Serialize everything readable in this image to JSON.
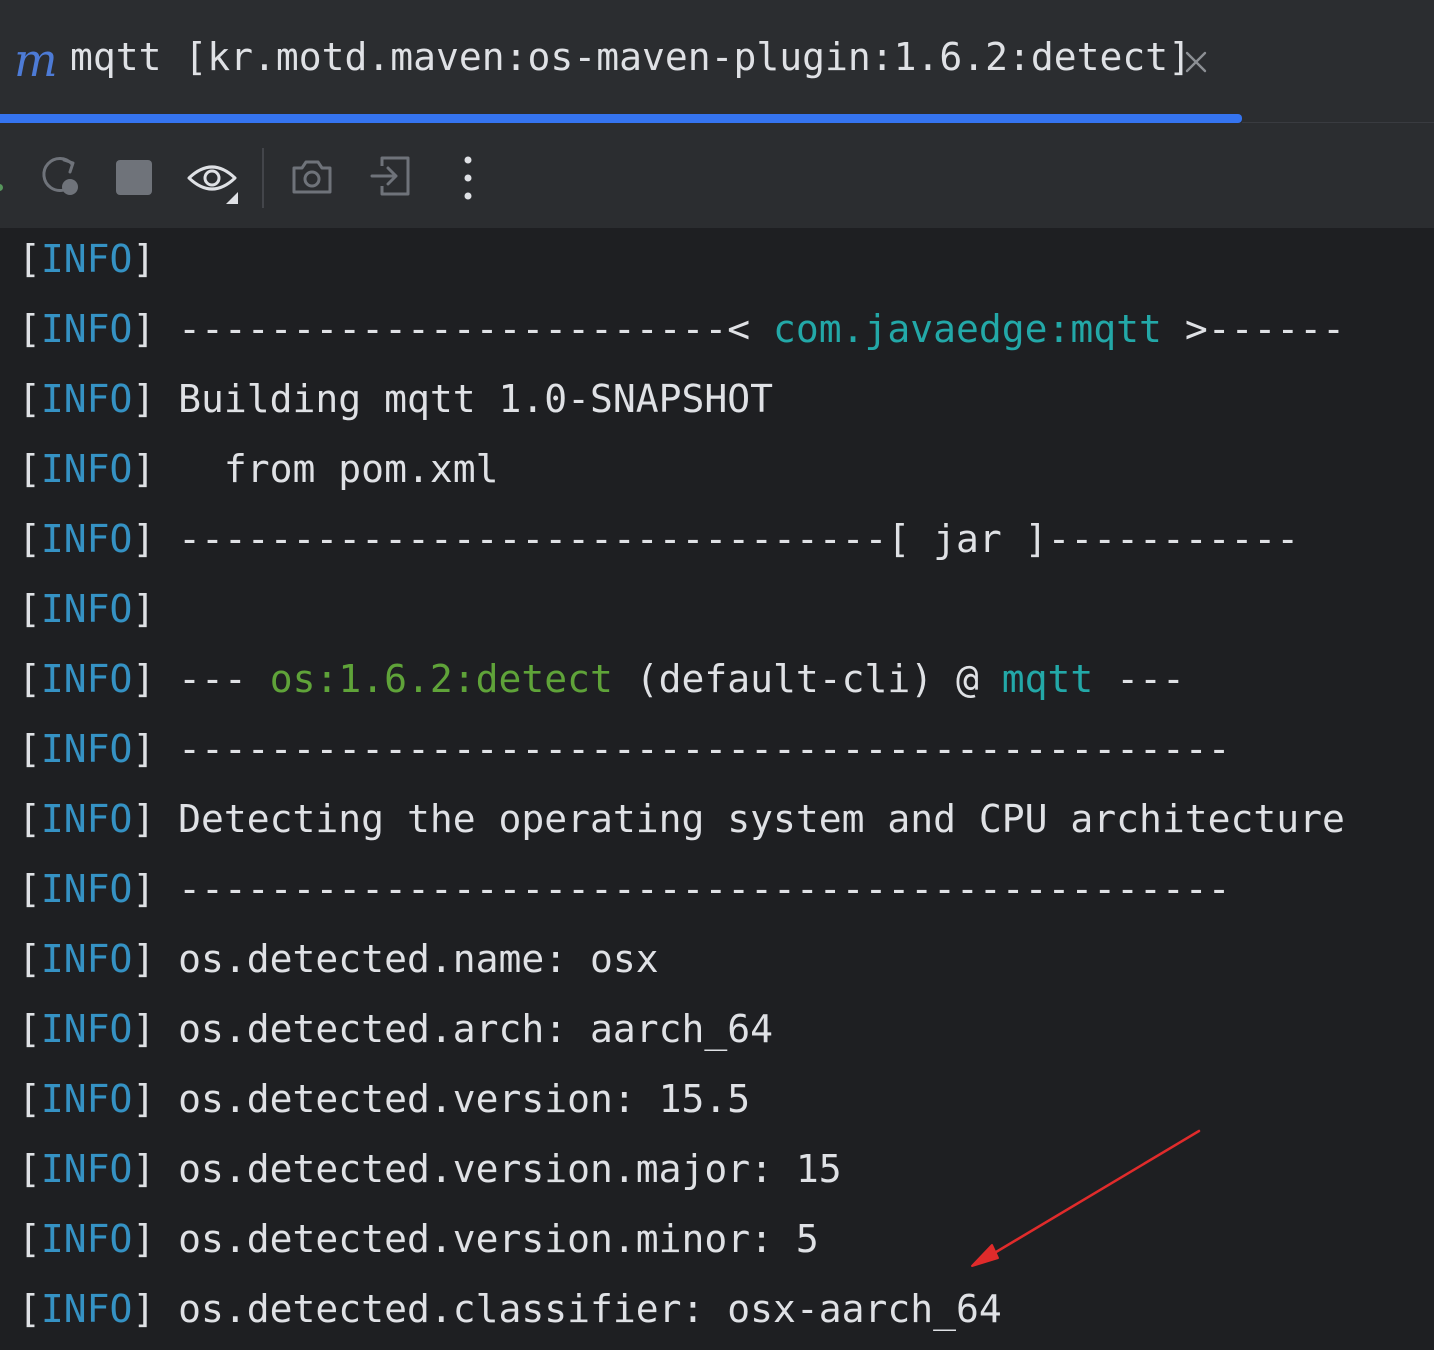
{
  "tab": {
    "icon_letter": "m",
    "title": "mqtt [kr.motd.maven:os-maven-plugin:1.6.2:detect]",
    "close_symbol": "×"
  },
  "toolbar": {
    "buttons": [
      {
        "name": "rerun-icon",
        "tooltip": "Rerun"
      },
      {
        "name": "stop-icon",
        "tooltip": "Stop"
      },
      {
        "name": "eye-icon",
        "tooltip": "View"
      },
      {
        "name": "camera-icon",
        "tooltip": "Screenshot"
      },
      {
        "name": "exit-icon",
        "tooltip": "Exit"
      },
      {
        "name": "more-icon",
        "tooltip": "More"
      }
    ]
  },
  "colors": {
    "background": "#1e1f22",
    "toolbar": "#2b2d30",
    "accent": "#3574f0",
    "level": "#3592c4",
    "text": "#dfe1e5",
    "cyan": "#23a8a8",
    "green": "#5fa339",
    "arrow": "#e02b2b"
  },
  "console": {
    "lines": [
      [
        {
          "text": "[",
          "style": "bracket"
        },
        {
          "text": "INFO",
          "style": "level"
        },
        {
          "text": "]",
          "style": "bracket"
        }
      ],
      [
        {
          "text": "[",
          "style": "bracket"
        },
        {
          "text": "INFO",
          "style": "level"
        },
        {
          "text": "] ------------------------< ",
          "style": "plain"
        },
        {
          "text": "com.javaedge:mqtt",
          "style": "cyan"
        },
        {
          "text": " >------",
          "style": "plain"
        }
      ],
      [
        {
          "text": "[",
          "style": "bracket"
        },
        {
          "text": "INFO",
          "style": "level"
        },
        {
          "text": "] Building mqtt 1.0-SNAPSHOT",
          "style": "plain"
        }
      ],
      [
        {
          "text": "[",
          "style": "bracket"
        },
        {
          "text": "INFO",
          "style": "level"
        },
        {
          "text": "]   from pom.xml",
          "style": "plain"
        }
      ],
      [
        {
          "text": "[",
          "style": "bracket"
        },
        {
          "text": "INFO",
          "style": "level"
        },
        {
          "text": "] -------------------------------[ jar ]-----------",
          "style": "plain"
        }
      ],
      [
        {
          "text": "[",
          "style": "bracket"
        },
        {
          "text": "INFO",
          "style": "level"
        },
        {
          "text": "]",
          "style": "bracket"
        }
      ],
      [
        {
          "text": "[",
          "style": "bracket"
        },
        {
          "text": "INFO",
          "style": "level"
        },
        {
          "text": "] --- ",
          "style": "plain"
        },
        {
          "text": "os:1.6.2:detect",
          "style": "green"
        },
        {
          "text": " (default-cli) @ ",
          "style": "plain"
        },
        {
          "text": "mqtt",
          "style": "cyan"
        },
        {
          "text": " ---",
          "style": "plain"
        }
      ],
      [
        {
          "text": "[",
          "style": "bracket"
        },
        {
          "text": "INFO",
          "style": "level"
        },
        {
          "text": "] ----------------------------------------------",
          "style": "plain"
        }
      ],
      [
        {
          "text": "[",
          "style": "bracket"
        },
        {
          "text": "INFO",
          "style": "level"
        },
        {
          "text": "] Detecting the operating system and CPU architecture",
          "style": "plain"
        }
      ],
      [
        {
          "text": "[",
          "style": "bracket"
        },
        {
          "text": "INFO",
          "style": "level"
        },
        {
          "text": "] ----------------------------------------------",
          "style": "plain"
        }
      ],
      [
        {
          "text": "[",
          "style": "bracket"
        },
        {
          "text": "INFO",
          "style": "level"
        },
        {
          "text": "] os.detected.name: osx",
          "style": "plain"
        }
      ],
      [
        {
          "text": "[",
          "style": "bracket"
        },
        {
          "text": "INFO",
          "style": "level"
        },
        {
          "text": "] os.detected.arch: aarch_64",
          "style": "plain"
        }
      ],
      [
        {
          "text": "[",
          "style": "bracket"
        },
        {
          "text": "INFO",
          "style": "level"
        },
        {
          "text": "] os.detected.version: 15.5",
          "style": "plain"
        }
      ],
      [
        {
          "text": "[",
          "style": "bracket"
        },
        {
          "text": "INFO",
          "style": "level"
        },
        {
          "text": "] os.detected.version.major: 15",
          "style": "plain"
        }
      ],
      [
        {
          "text": "[",
          "style": "bracket"
        },
        {
          "text": "INFO",
          "style": "level"
        },
        {
          "text": "] os.detected.version.minor: 5",
          "style": "plain"
        }
      ],
      [
        {
          "text": "[",
          "style": "bracket"
        },
        {
          "text": "INFO",
          "style": "level"
        },
        {
          "text": "] os.detected.classifier: osx-aarch_64",
          "style": "plain"
        }
      ]
    ]
  }
}
